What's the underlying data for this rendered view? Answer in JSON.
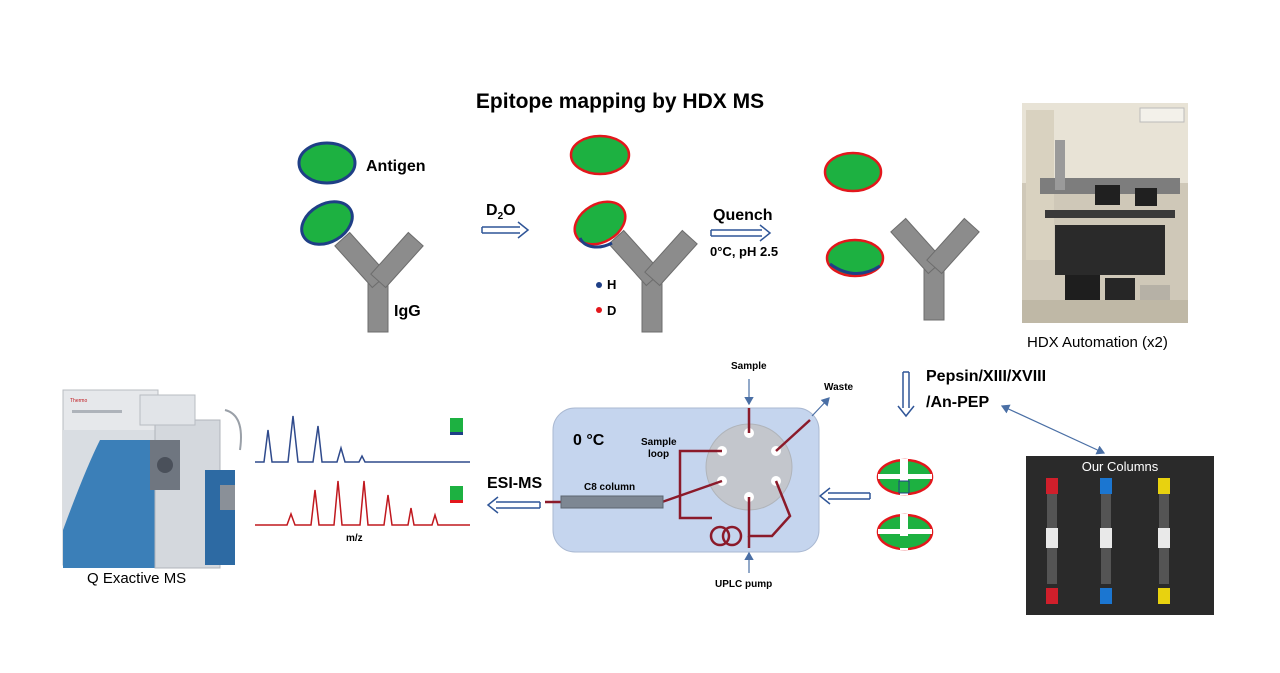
{
  "title": "Epitope mapping by HDX MS",
  "step1": {
    "antigen_label": "Antigen",
    "igg_label": "IgG"
  },
  "d2o": {
    "main": "D",
    "sub": "2",
    "end": "O"
  },
  "step2": {
    "legend_h": "H",
    "legend_d": "D"
  },
  "quench": {
    "label": "Quench",
    "conditions": "0°C, pH 2.5"
  },
  "hdx_automation": {
    "caption": "HDX Automation (x2)"
  },
  "digestion": {
    "line1": "Pepsin/XIII/XVIII",
    "line2": "/An-PEP"
  },
  "columns_photo": {
    "caption": "Our Columns"
  },
  "lc_setup": {
    "temperature": "0 °C",
    "sample": "Sample",
    "waste": "Waste",
    "sample_loop_1": "Sample",
    "sample_loop_2": "loop",
    "c8_column": "C8 column",
    "uplc_pump": "UPLC pump"
  },
  "esi_ms": "ESI-MS",
  "spectra": {
    "xlabel": "m/z"
  },
  "instrument": {
    "caption": "Q Exactive MS",
    "brand": "Thermo"
  },
  "colors": {
    "antigen_fill": "#1db141",
    "protein_border_h": "#1f3f86",
    "protein_border_d": "#e3171c",
    "igg": "#8c8c8c",
    "arrow": "#2f5597",
    "lc_box": "#c5d5ee",
    "tubing": "#8b1a2a",
    "spectrum_h": "#2f4a8c",
    "spectrum_d": "#c0181e"
  },
  "icons": [
    "antigen-ellipse",
    "igg-antibody",
    "double-arrow",
    "six-port-valve",
    "mass-spectrometer",
    "column-photo",
    "robot-photo"
  ]
}
